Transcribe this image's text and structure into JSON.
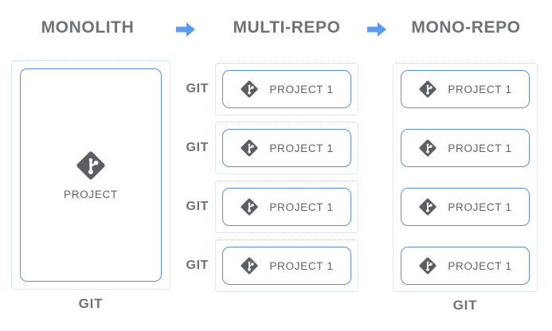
{
  "diagram": {
    "title_row": {
      "columns": [
        {
          "id": "monolith",
          "label": "MONOLITH"
        },
        {
          "id": "multi-repo",
          "label": "MULTI-REPO"
        },
        {
          "id": "mono-repo",
          "label": "MONO-REPO"
        }
      ],
      "arrows": [
        {
          "id": "arrow-1",
          "glyph": "right-arrow-icon"
        },
        {
          "id": "arrow-2",
          "glyph": "right-arrow-icon"
        }
      ]
    },
    "monolith": {
      "git_caption": "GIT",
      "project": {
        "label": "PROJECT",
        "icon": "git-logo-icon"
      }
    },
    "multi_repo": {
      "rows": [
        {
          "git_label": "GIT",
          "project_label": "PROJECT 1",
          "icon": "git-logo-icon"
        },
        {
          "git_label": "GIT",
          "project_label": "PROJECT 1",
          "icon": "git-logo-icon"
        },
        {
          "git_label": "GIT",
          "project_label": "PROJECT 1",
          "icon": "git-logo-icon"
        },
        {
          "git_label": "GIT",
          "project_label": "PROJECT 1",
          "icon": "git-logo-icon"
        }
      ]
    },
    "mono_repo": {
      "git_caption": "GIT",
      "projects": [
        {
          "label": "PROJECT 1",
          "icon": "git-logo-icon"
        },
        {
          "label": "PROJECT 1",
          "icon": "git-logo-icon"
        },
        {
          "label": "PROJECT 1",
          "icon": "git-logo-icon"
        },
        {
          "label": "PROJECT 1",
          "icon": "git-logo-icon"
        }
      ]
    },
    "colors": {
      "accent_blue": "#5b91d8",
      "arrow_blue": "#5b9bf0",
      "boundary_blue": "#b9cfe8",
      "text_gray": "#6f7377",
      "label_gray": "#5f6368",
      "git_icon_gray": "#5b5f63",
      "background": "#ffffff"
    }
  }
}
